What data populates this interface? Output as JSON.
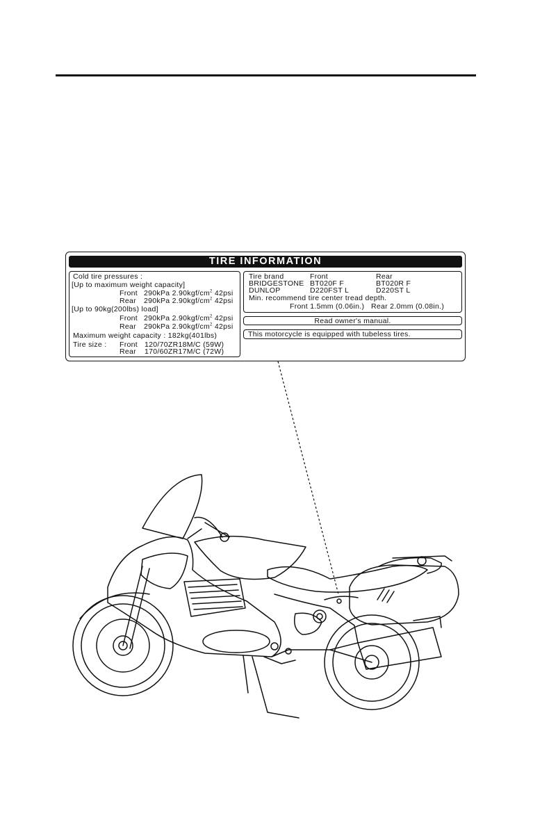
{
  "label": {
    "title": "TIRE INFORMATION",
    "left": {
      "cold": "Cold tire pressures :",
      "up_max": "[Up to maximum weight capacity]",
      "up_90": "[Up to 90kg(200lbs) load]",
      "front": "Front",
      "rear": "Rear",
      "pressure_value": "290kPa 2.90kgf/cm",
      "pressure_exp": "2",
      "pressure_psi": "42psi",
      "max_weight": "Maximum weight capacity : 182kg(401lbs)",
      "tire_size_label": "Tire size :",
      "tire_front": "120/70ZR18M/C (59W)",
      "tire_rear": "170/60ZR17M/C (72W)"
    },
    "right": {
      "brand_label": "Tire brand",
      "front_header": "Front",
      "rear_header": "Rear",
      "bridgestone": "BRIDGESTONE",
      "bridgestone_front": "BT020F F",
      "bridgestone_rear": "BT020R F",
      "dunlop": "DUNLOP",
      "dunlop_front": "D220FST L",
      "dunlop_rear": "D220ST L",
      "tread": "Min. recommend tire center tread depth.",
      "tread_front": "Front 1.5mm (0.06in.)",
      "tread_rear": "Rear 2.0mm (0.08in.)"
    },
    "read_manual": "Read owner's manual.",
    "tubeless": "This motorcycle is equipped with tubeless tires."
  }
}
